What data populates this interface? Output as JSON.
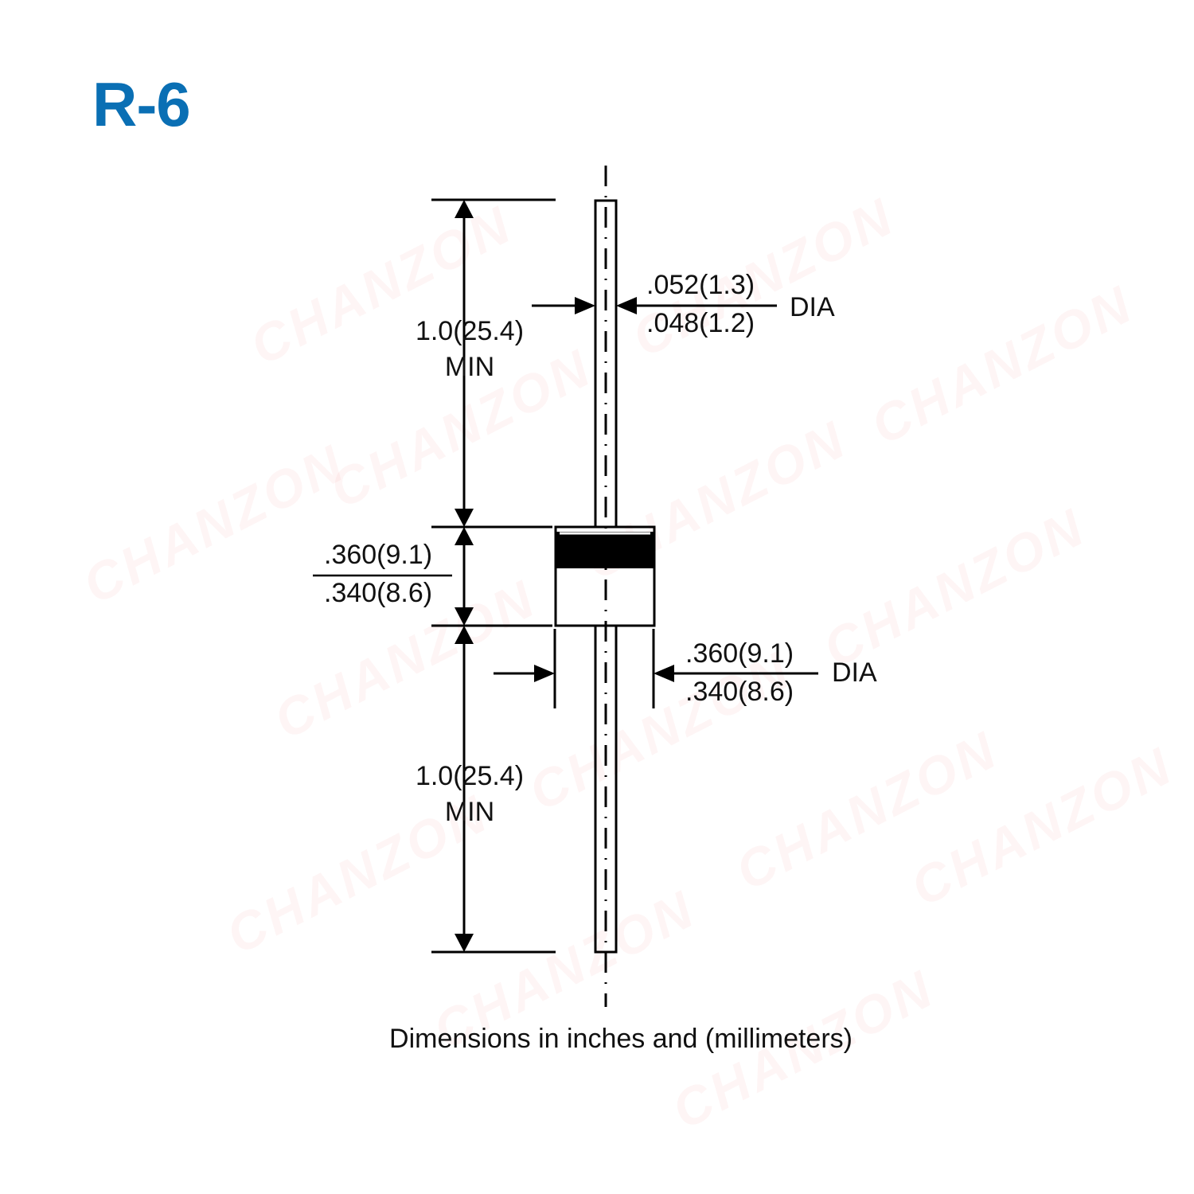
{
  "title": "R-6",
  "colors": {
    "title": "#0a6fb4",
    "line": "#000000",
    "watermark": "#eb7878"
  },
  "watermark": "CHANZON",
  "dimensions": {
    "lead_length_top": {
      "value": "1.0(25.4)",
      "suffix": "MIN"
    },
    "lead_length_bottom": {
      "value": "1.0(25.4)",
      "suffix": "MIN"
    },
    "lead_diameter": {
      "max": ".052(1.3)",
      "min": ".048(1.2)",
      "suffix": "DIA"
    },
    "body_length": {
      "max": ".360(9.1)",
      "min": ".340(8.6)"
    },
    "body_diameter": {
      "max": ".360(9.1)",
      "min": ".340(8.6)",
      "suffix": "DIA"
    }
  },
  "footer": "Dimensions in inches and (millimeters)"
}
